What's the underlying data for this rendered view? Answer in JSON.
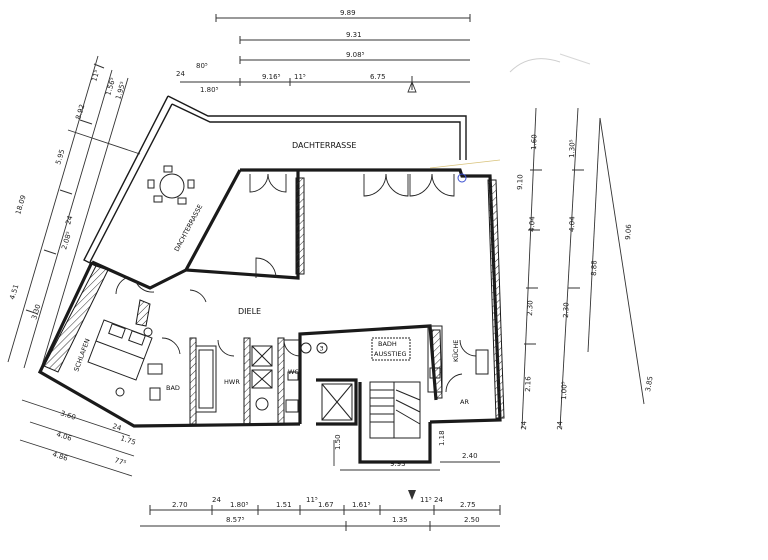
{
  "rooms": {
    "dachterrasse_top": "DACHTERRASSE",
    "dachterrasse_left": "DACHTERRASSE",
    "diele": "DIELE",
    "schlafen": "SCHLAFEN",
    "bad": "BAD",
    "hwr": "HWR",
    "wc": "WC",
    "bad_ausstieg_1": "BADH",
    "bad_ausstieg_2": "AUSSTIEG",
    "kueche": "KÜCHE",
    "ar": "AR"
  },
  "dims_top": {
    "d1": "9.89",
    "d2": "9.31",
    "d3": "9.08⁵",
    "d4": "6.75",
    "d5": "9.16⁵",
    "d6": "11⁵",
    "d7": "80⁵",
    "d8": "1.80⁵",
    "d9": "24"
  },
  "dims_left": {
    "l1": "18.09",
    "l2": "5.95",
    "l3": "8.92",
    "l4": "4.51",
    "l5": "3.30",
    "l6": "2.08⁵",
    "l7": "1.95⁵",
    "l8": "1.56⁵",
    "l9": "24",
    "l10": "11⁵",
    "l11": "3.60",
    "l12": "4.06",
    "l13": "4.86",
    "l14": "24",
    "l15": "1.75",
    "l16": "77⁵"
  },
  "dims_right": {
    "r1": "1.60",
    "r2": "1.30⁵",
    "r3": "4.04",
    "r4": "4.04",
    "r5": "9.06",
    "r6": "8.88",
    "r7": "2.30",
    "r8": "2.30",
    "r9": "2.16",
    "r10": "1.00⁵",
    "r11": "24",
    "r12": "24",
    "r13": "3.85",
    "r14": "9.10"
  },
  "dims_bottom": {
    "b1": "2.70",
    "b2": "1.80⁵",
    "b3": "1.51",
    "b4": "1.67",
    "b5": "1.61⁵",
    "b6": "2.75",
    "b7": "8.57⁵",
    "b8": "1.35",
    "b9": "2.50",
    "b10": "9.93",
    "b11": "2.40",
    "b12": "1.50",
    "b13": "1.18",
    "b14": "24",
    "b15": "11⁵",
    "b16": "11⁵",
    "b17": "24"
  },
  "marks": {
    "circle_num": "3"
  }
}
